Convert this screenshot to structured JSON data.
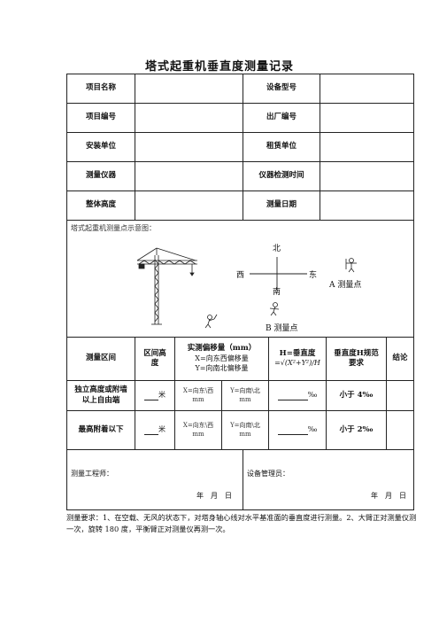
{
  "title": "塔式起重机垂直度测量记录",
  "info_rows": [
    {
      "label_left": "项目名称",
      "label_right": "设备型号"
    },
    {
      "label_left": "项目编号",
      "label_right": "出厂编号"
    },
    {
      "label_left": "安装单位",
      "label_right": "租赁单位"
    },
    {
      "label_left": "测量仪器",
      "label_right": "仪器检测时间"
    },
    {
      "label_left": "整体高度",
      "label_right": "测量日期"
    }
  ],
  "diagram": {
    "caption": "塔式起重机测量点示意图：",
    "north": "北",
    "south": "南",
    "west": "西",
    "east": "东",
    "point_a": "A 测量点",
    "point_b": "B 测量点"
  },
  "measure_header": {
    "section": "测量区间",
    "height": "区间高度",
    "offset_title": "实测偏移量（mm）",
    "offset_x": "X=向东西偏移量",
    "offset_y": "Y=向南北偏移量",
    "verticality_title": "H=垂直度",
    "formula": "=√(X²+Y²)/H",
    "spec": "垂直度H规范要求",
    "conclusion": "结论"
  },
  "measure_rows": [
    {
      "section": "独立高度或附墙以上自由端",
      "unit": "米",
      "x": "X=向东\\西",
      "x_unit": "mm",
      "y": "Y=向南\\北",
      "y_unit": "mm",
      "permille": "‰",
      "spec": "小于 4‰"
    },
    {
      "section": "最高附着以下",
      "unit": "米",
      "x": "X=向东\\西",
      "x_unit": "mm",
      "y": "Y=向南\\北",
      "y_unit": "mm",
      "permille": "‰",
      "spec": "小于 2‰"
    }
  ],
  "signatures": {
    "engineer": "测量工程师：",
    "manager": "设备管理员：",
    "date": "年　月　日"
  },
  "requirements": "测量要求：1、在空载、无风的状态下，对塔身轴心线对水平基准面的垂直度进行测量。2、大臂正对测量仪测一次，旋转 180 度，平衡臂正对测量仪再测一次。"
}
